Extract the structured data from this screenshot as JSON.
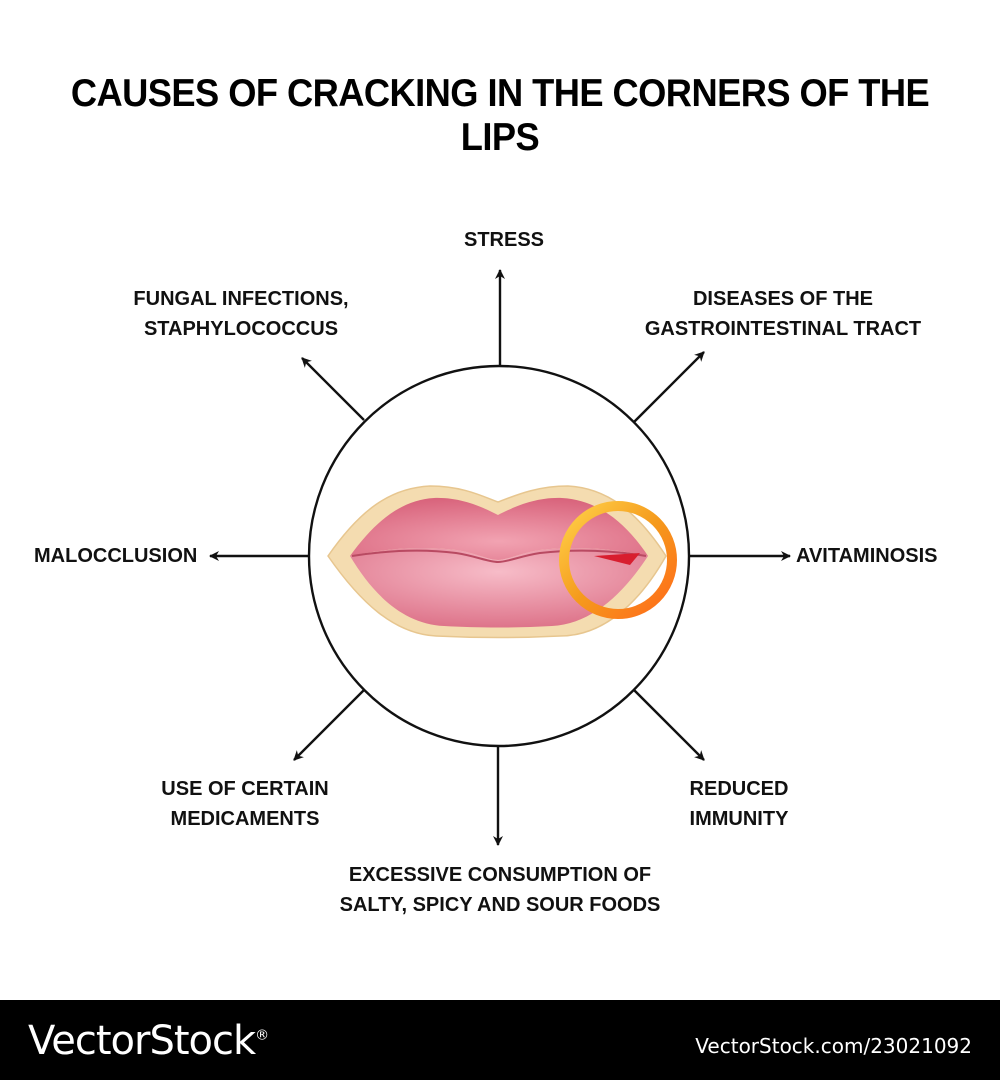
{
  "title": "CAUSES OF CRACKING IN THE CORNERS OF THE LIPS",
  "causes": {
    "stress": "STRESS",
    "gastro": [
      "DISEASES OF THE",
      "GASTROINTESTINAL TRACT"
    ],
    "avitaminosis": "AVITAMINOSIS",
    "immunity": [
      "REDUCED",
      "IMMUNITY"
    ],
    "foods": [
      "EXCESSIVE CONSUMPTION OF",
      "SALTY, SPICY AND SOUR FOODS"
    ],
    "medicaments": [
      "USE OF CERTAIN",
      "MEDICAMENTS"
    ],
    "malocclusion": "MALOCCLUSION",
    "fungal": [
      "FUNGAL INFECTIONS,",
      "STAPHYLOCOCCUS"
    ]
  },
  "footer": {
    "brand": "VectorStock",
    "registered": "®",
    "stock_id": "VectorStock.com/23021092"
  },
  "colors": {
    "lip_fill": "#e27f93",
    "lip_outline": "#f4dcb0",
    "ring": "#f5a623",
    "crack": "#d81e2f"
  }
}
